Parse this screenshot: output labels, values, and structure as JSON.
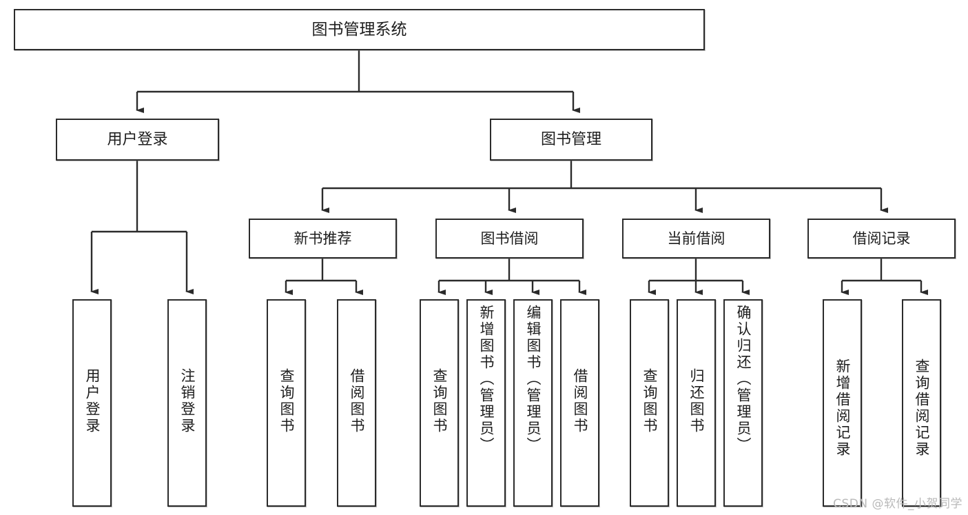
{
  "diagram": {
    "title": "图书管理系统",
    "type": "tree",
    "watermark": "CSDN @软件_小贺同学",
    "colors": {
      "box_border": "#2b2b2b",
      "box_fill": "#ffffff",
      "edge": "#2b2b2b",
      "text": "#1d1d1d",
      "watermark": "#b9b9b9",
      "background": "#ffffff"
    },
    "root": {
      "label": "图书管理系统"
    },
    "level2": [
      {
        "label": "用户登录"
      },
      {
        "label": "图书管理"
      }
    ],
    "level3": [
      {
        "label": "新书推荐"
      },
      {
        "label": "图书借阅"
      },
      {
        "label": "当前借阅"
      },
      {
        "label": "借阅记录"
      }
    ],
    "leaves": {
      "user_login": [
        {
          "label": "用户登录"
        },
        {
          "label": "注销登录"
        }
      ],
      "new_book_recommend": [
        {
          "label": "查询图书"
        },
        {
          "label": "借阅图书"
        }
      ],
      "book_borrow": [
        {
          "label": "查询图书"
        },
        {
          "label": "新增图书（管理员）"
        },
        {
          "label": "编辑图书（管理员）"
        },
        {
          "label": "借阅图书"
        }
      ],
      "current_borrow": [
        {
          "label": "查询图书"
        },
        {
          "label": "归还图书"
        },
        {
          "label": "确认归还（管理员）"
        }
      ],
      "borrow_record": [
        {
          "label": "新增借阅记录"
        },
        {
          "label": "查询借阅记录"
        }
      ]
    }
  }
}
